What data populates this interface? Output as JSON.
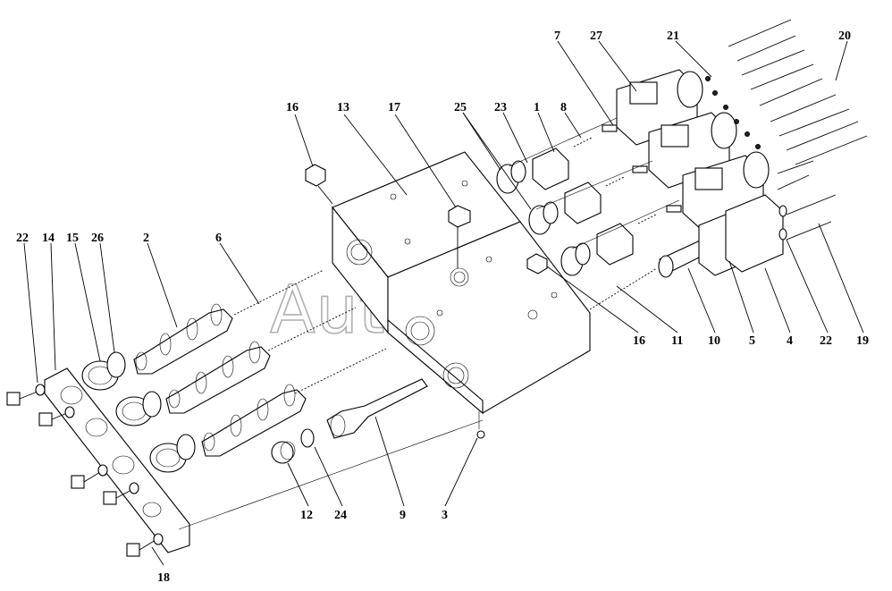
{
  "watermark": "AutoSoft",
  "callouts": {
    "c7": "7",
    "c27": "27",
    "c21": "21",
    "c20": "20",
    "c16a": "16",
    "c13": "13",
    "c17": "17",
    "c25": "25",
    "c23": "23",
    "c1": "1",
    "c8": "8",
    "c22a": "22",
    "c14": "14",
    "c15": "15",
    "c26": "26",
    "c2": "2",
    "c6": "6",
    "c16b": "16",
    "c11": "11",
    "c10": "10",
    "c5": "5",
    "c4": "4",
    "c22b": "22",
    "c19": "19",
    "c12": "12",
    "c24": "24",
    "c9": "9",
    "c3": "3",
    "c18": "18"
  }
}
